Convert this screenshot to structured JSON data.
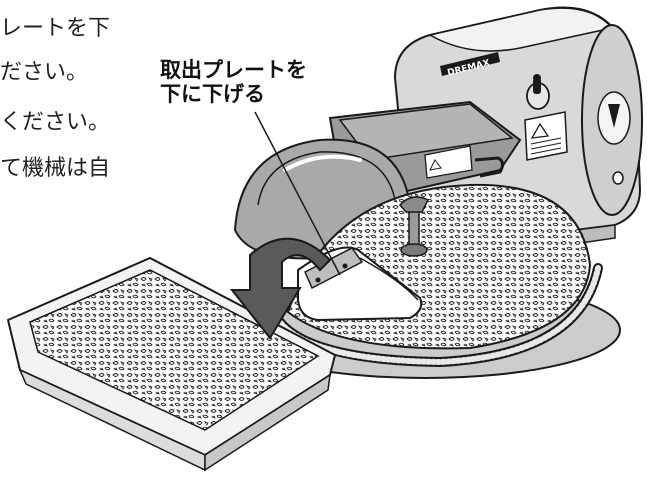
{
  "manual_text": {
    "line1": "レートを下",
    "line2": "ださい。",
    "line3": "ください。",
    "line4": "て機械は自"
  },
  "callout": {
    "line1": "取出プレートを",
    "line2": "下に下げる"
  },
  "machine": {
    "brand": "DREMAX"
  },
  "colors": {
    "line": "#1a1a1a",
    "body_gray": "#d7d7d7",
    "light_gray": "#ececec",
    "arrow_fill": "#5a5a5a"
  },
  "icons": {
    "warning_label": "warning-triangle-icon",
    "arrow": "curved-arrow-icon"
  }
}
